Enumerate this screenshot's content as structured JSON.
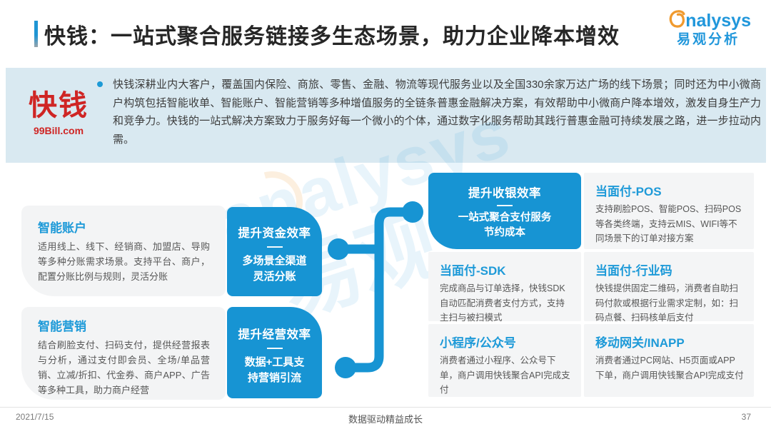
{
  "header": {
    "title": "快钱：一站式聚合服务链接多生态场景，助力企业降本增效"
  },
  "brand": {
    "name_en": "nalysys",
    "name_cn": "易观分析"
  },
  "banner": {
    "vendor_name": "快钱",
    "vendor_url": "99Bill.com",
    "text": "快钱深耕业内大客户，覆盖国内保险、商旅、零售、金融、物流等现代服务业以及全国330余家万达广场的线下场景；同时还为中小微商户构筑包括智能收单、智能账户、智能营销等多种增值服务的全链条普惠金融解决方案，有效帮助中小微商户降本增效，激发自身生产力和竞争力。快钱的一站式解决方案致力于服务好每一个微小的个体，通过数字化服务帮助其践行普惠金融可持续发展之路，进一步拉动内需。"
  },
  "diagram": {
    "left_boxes": [
      {
        "title": "智能账户",
        "body": "适用线上、线下、经销商、加盟店、导购等多种分账需求场景。支持平台、商户，配置分账比例与规则，灵活分账"
      },
      {
        "title": "智能营销",
        "body": "结合刷脸支付、扫码支付，提供经营报表与分析，通过支付即会员、全场/单品营销、立减/折扣、代金券、商户APP、广告等多种工具，助力商户经营"
      }
    ],
    "mid_boxes": [
      {
        "title": "提升资金效率",
        "subtitle": "多场景全渠道\n灵活分账"
      },
      {
        "title": "提升经营效率",
        "subtitle": "数据+工具支\n持营销引流"
      }
    ],
    "cashier_box": {
      "title": "提升收银效率",
      "subtitle": "一站式聚合支付服务\n节约成本"
    },
    "right_boxes": [
      {
        "title": "当面付-SDK",
        "body": "完成商品与订单选择，快钱SDK自动匹配消费者支付方式，支持主扫与被扫模式"
      },
      {
        "title": "小程序/公众号",
        "body": "消费者通过小程序、公众号下单，商户调用快钱聚合API完成支付"
      },
      {
        "title": "当面付-POS",
        "body": "支持刷脸POS、智能POS、扫码POS等各类终端，支持云MIS、WIFI等不同场景下的订单对接方案"
      },
      {
        "title": "当面付-行业码",
        "body": "快钱提供固定二维码，消费者自助扫码付款或根据行业需求定制，如：扫码点餐、扫码核单后支付"
      },
      {
        "title": "移动网关/INAPP",
        "body": "消费者通过PC网站、H5页面或APP下单，商户调用快钱聚合API完成支付"
      }
    ]
  },
  "watermark": {
    "text_en": "analysys",
    "text_cn": "易观"
  },
  "footer": {
    "date": "2021/7/15",
    "slogan": "数据驱动精益成长",
    "page": "37"
  },
  "colors": {
    "accent_blue": "#1794d3",
    "heading_blue": "#1e9ad8",
    "banner_bg": "#d9e9f1",
    "brand_red": "#cf2524",
    "box_gray": "#f4f5f6"
  }
}
